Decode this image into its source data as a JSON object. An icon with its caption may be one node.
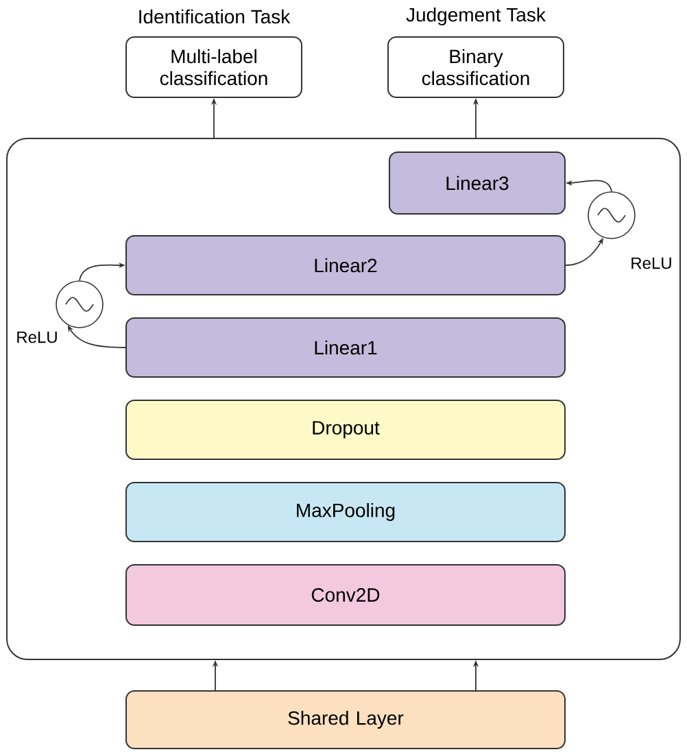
{
  "diagram": {
    "nodes": [
      {
        "text": [
          "Identification Task",
          "Multi-label classification"
        ]
      },
      {
        "text": [
          "Judgement Task",
          "Binary classification"
        ]
      },
      {
        "text": [],
        "shape": "box"
      },
      {
        "text": [
          "Linear3"
        ],
        "in": 2
      },
      {
        "text": [],
        "shape": "circle",
        "beside": [
          "ReLU"
        ],
        "in": 2
      },
      {
        "text": [
          "Linear2"
        ],
        "in": 2
      },
      {
        "text": [],
        "shape": "circle",
        "beside": [
          "ReLU"
        ],
        "in": 2
      },
      {
        "text": [
          "Linear1"
        ],
        "in": 2
      },
      {
        "text": [
          "Dropout"
        ],
        "in": 2
      },
      {
        "text": [
          "MaxPooling"
        ],
        "in": 2
      },
      {
        "text": [
          "Conv2D"
        ],
        "in": 2
      },
      {
        "text": [
          "Shared Layer"
        ]
      }
    ],
    "edges": [
      {
        "from": 2,
        "to": 0,
        "arrow": "to"
      },
      {
        "from": 2,
        "to": 1,
        "arrow": "to"
      },
      {
        "from": 7,
        "to": 6,
        "arrow": "to"
      },
      {
        "from": 6,
        "to": 5,
        "arrow": "to"
      },
      {
        "from": 5,
        "to": 4,
        "arrow": "to"
      },
      {
        "from": 4,
        "to": 3,
        "arrow": "to"
      },
      {
        "from": 11,
        "to": 2,
        "arrow": "to"
      },
      {
        "from": 11,
        "to": 2,
        "arrow": "to"
      }
    ]
  }
}
